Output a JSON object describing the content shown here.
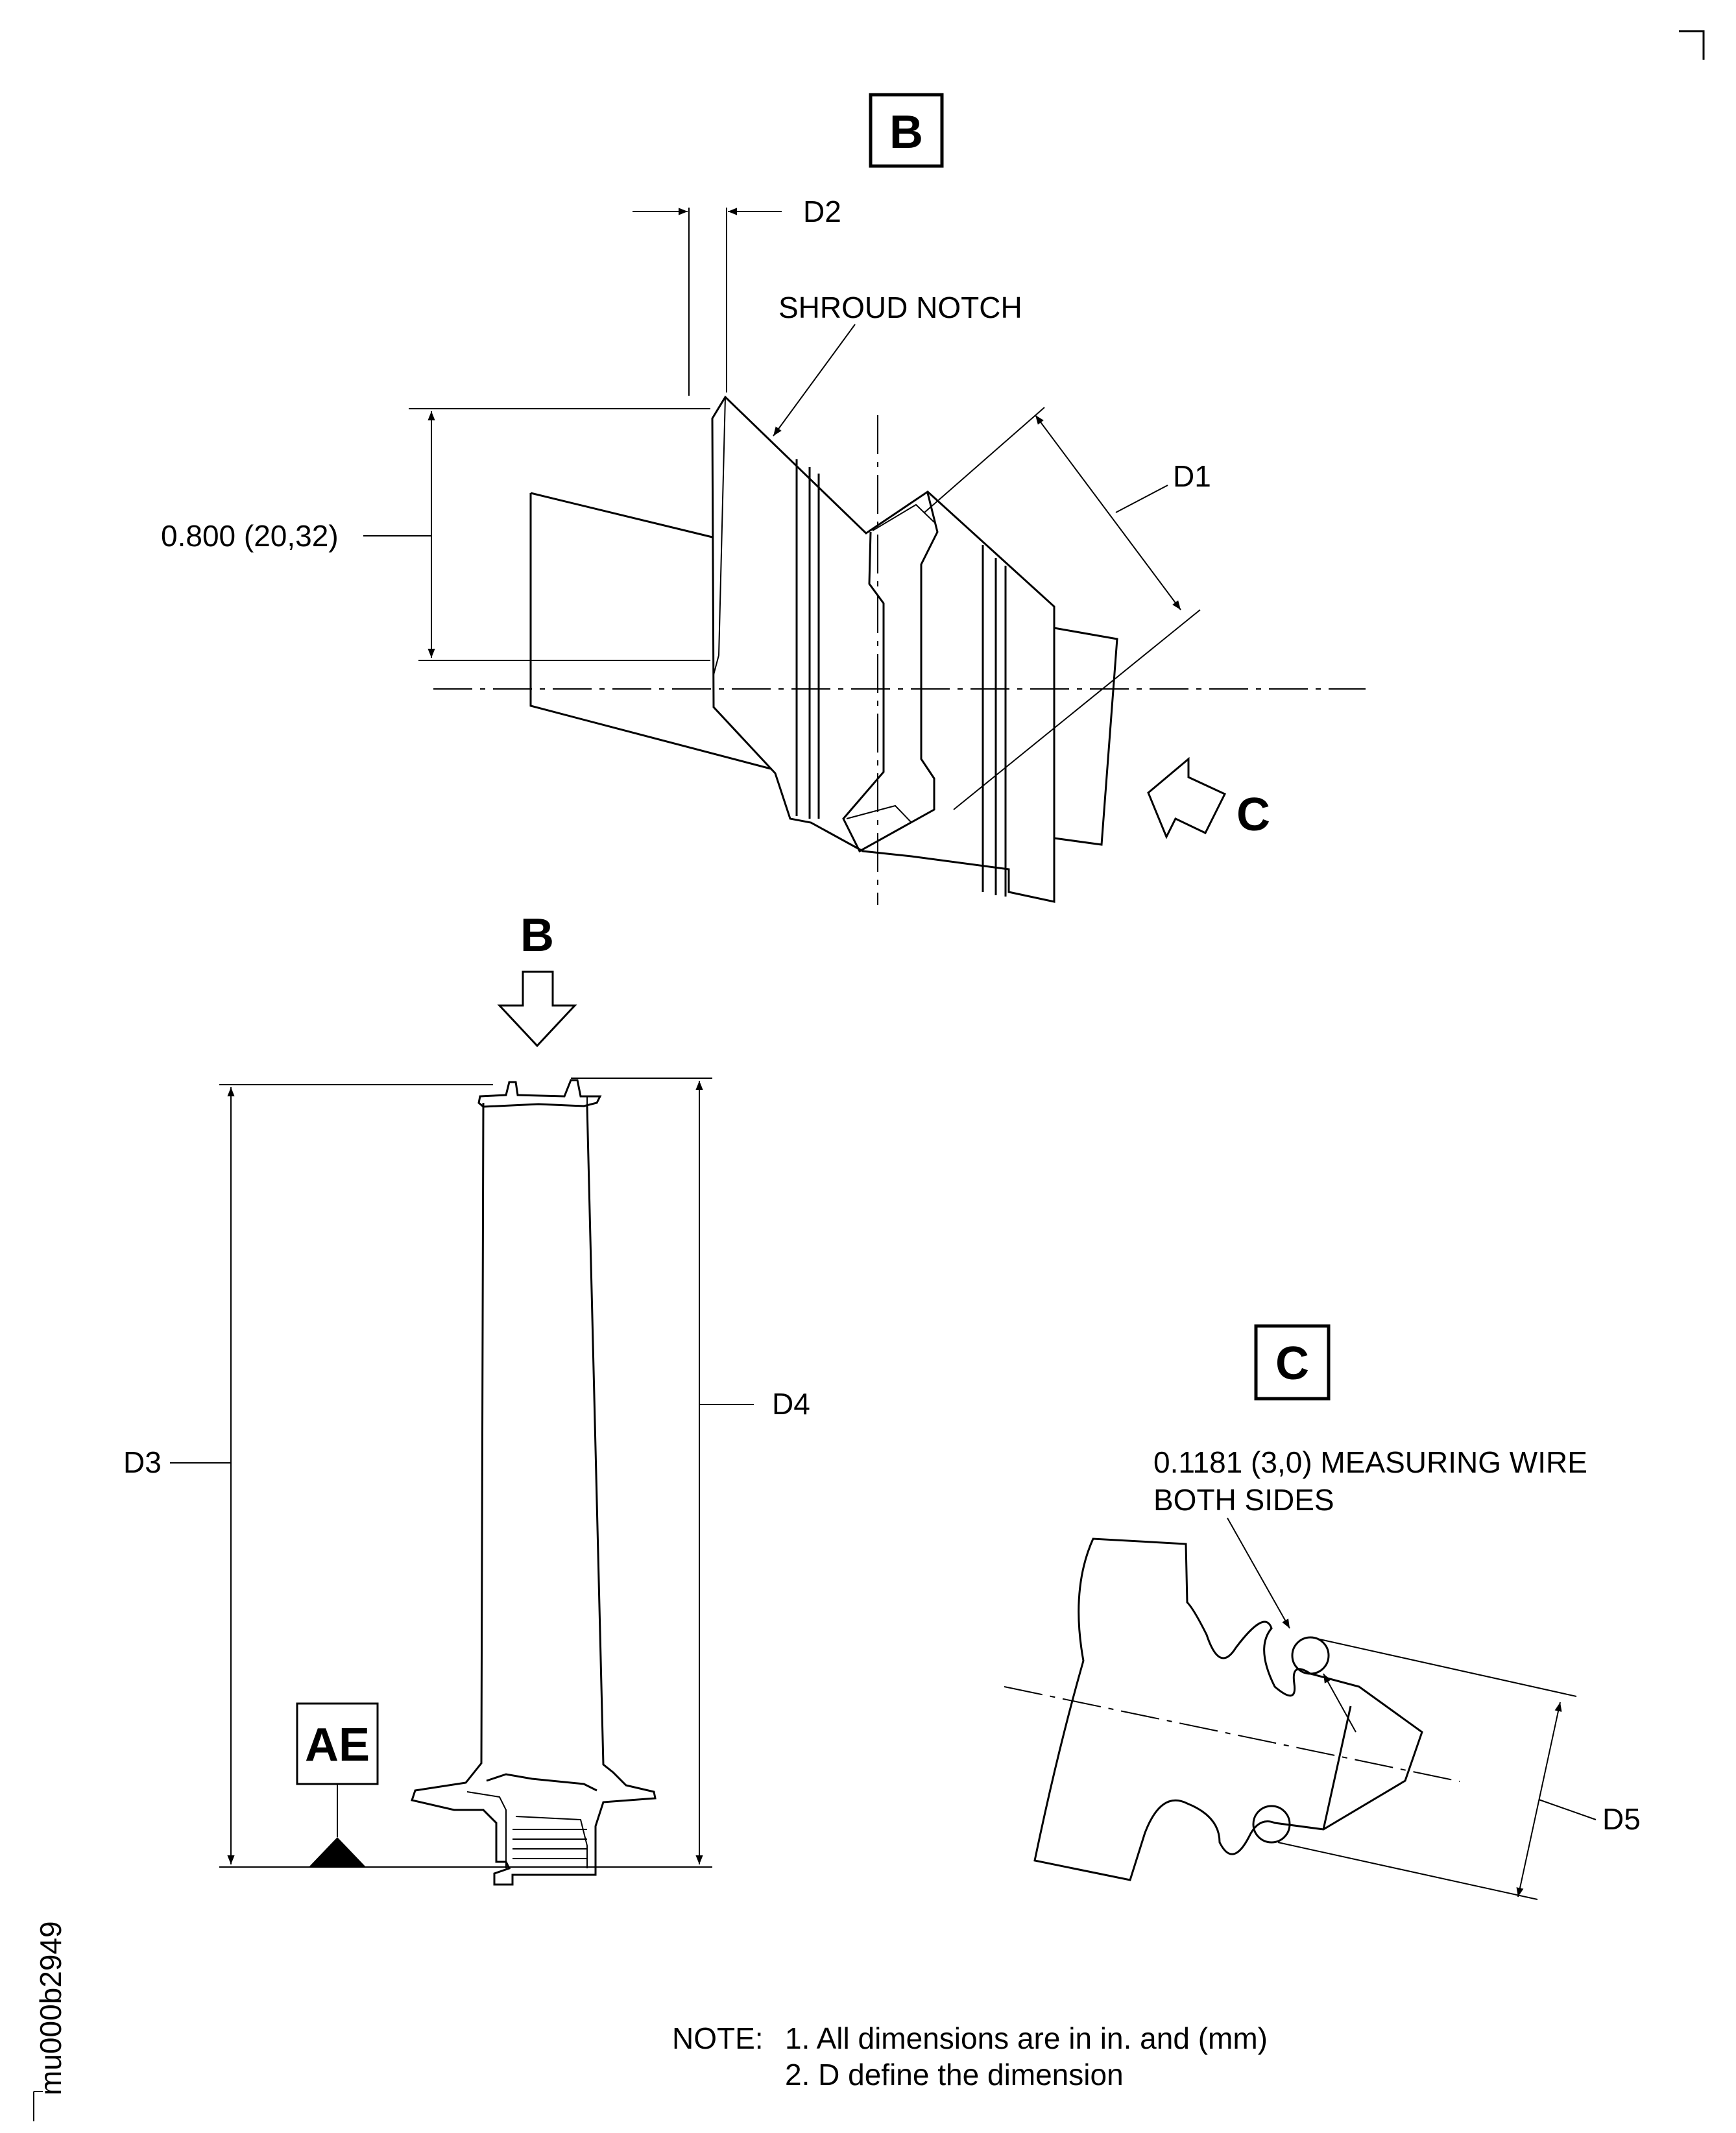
{
  "views": {
    "b": {
      "box_label": "B",
      "arrow_label": "B"
    },
    "c": {
      "box_label": "C",
      "arrow_label": "C"
    }
  },
  "labels": {
    "shroud_notch": "SHROUD NOTCH",
    "d1": "D1",
    "d2": "D2",
    "d3": "D3",
    "d4": "D4",
    "d5": "D5",
    "dim_0800": "0.800 (20,32)",
    "wire_line1": "0.1181 (3,0) MEASURING WIRE",
    "wire_line2": "BOTH SIDES",
    "datum": "AE"
  },
  "note": {
    "heading": "NOTE:",
    "line1": "1. All dimensions are in in. and (mm)",
    "line2": "2. D define the dimension"
  },
  "figure_id": "mu000b2949"
}
